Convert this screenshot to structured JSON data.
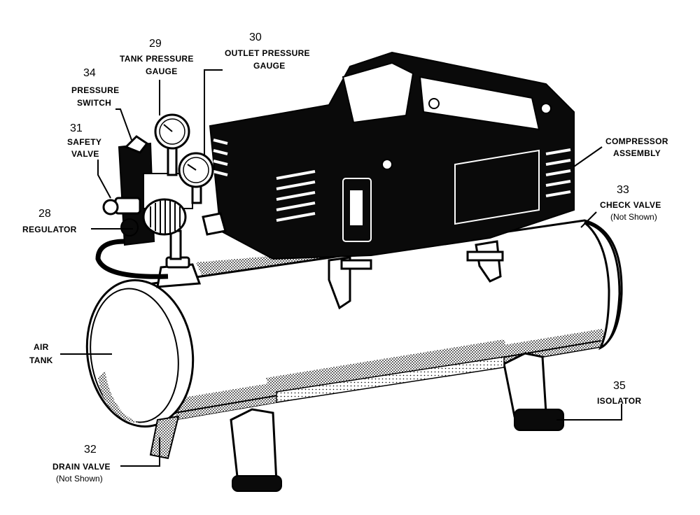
{
  "callouts": {
    "tank_pressure_gauge": {
      "number": "29",
      "line1": "TANK PRESSURE",
      "line2": "GAUGE"
    },
    "outlet_pressure_gauge": {
      "number": "30",
      "line1": "OUTLET PRESSURE",
      "line2": "GAUGE"
    },
    "pressure_switch": {
      "number": "34",
      "line1": "PRESSURE",
      "line2": "SWITCH"
    },
    "safety_valve": {
      "number": "31",
      "line1": "SAFETY",
      "line2": "VALVE"
    },
    "regulator": {
      "number": "28",
      "line1": "REGULATOR"
    },
    "compressor_assembly": {
      "line1": "COMPRESSOR",
      "line2": "ASSEMBLY"
    },
    "check_valve": {
      "number": "33",
      "line1": "CHECK VALVE",
      "line2": "(Not Shown)"
    },
    "air_tank": {
      "line1": "AIR",
      "line2": "TANK"
    },
    "isolator": {
      "number": "35",
      "line1": "ISOLATOR"
    },
    "drain_valve": {
      "number": "32",
      "line1": "DRAIN VALVE",
      "line2": "(Not Shown)"
    }
  }
}
